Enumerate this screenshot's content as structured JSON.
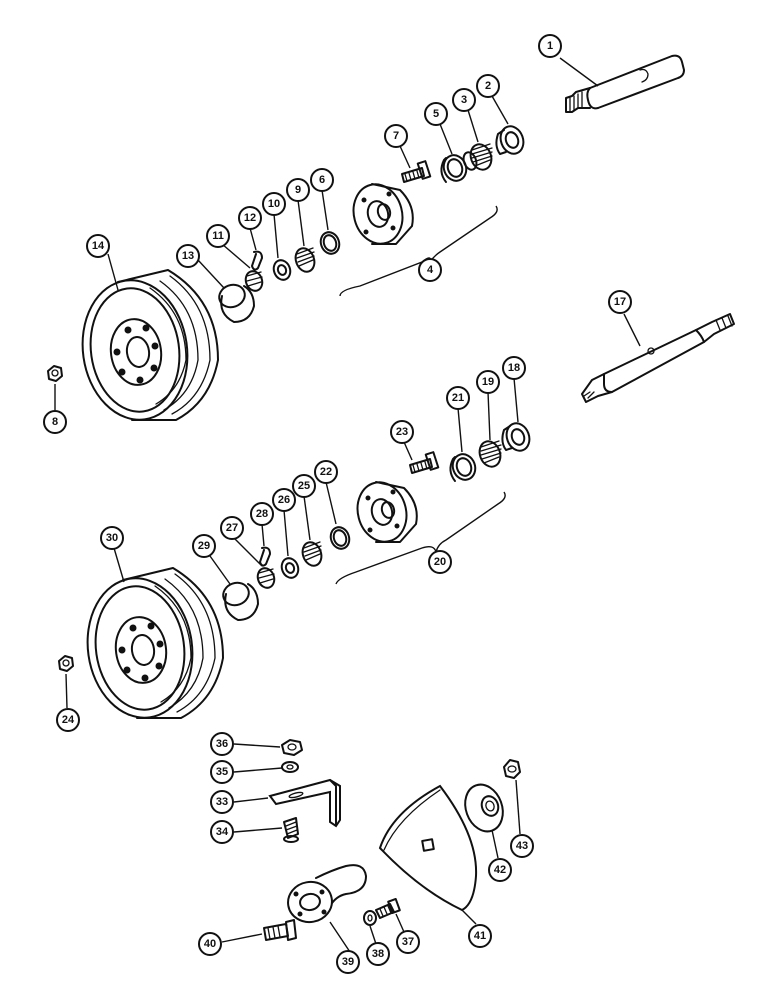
{
  "callouts": [
    {
      "id": "c1",
      "label": "1"
    },
    {
      "id": "c2",
      "label": "2"
    },
    {
      "id": "c3",
      "label": "3"
    },
    {
      "id": "c4",
      "label": "4"
    },
    {
      "id": "c5",
      "label": "5"
    },
    {
      "id": "c6",
      "label": "6"
    },
    {
      "id": "c7",
      "label": "7"
    },
    {
      "id": "c8",
      "label": "8"
    },
    {
      "id": "c9",
      "label": "9"
    },
    {
      "id": "c10",
      "label": "10"
    },
    {
      "id": "c11",
      "label": "11"
    },
    {
      "id": "c12",
      "label": "12"
    },
    {
      "id": "c13",
      "label": "13"
    },
    {
      "id": "c14",
      "label": "14"
    },
    {
      "id": "c17",
      "label": "17"
    },
    {
      "id": "c18",
      "label": "18"
    },
    {
      "id": "c19",
      "label": "19"
    },
    {
      "id": "c20",
      "label": "20"
    },
    {
      "id": "c21",
      "label": "21"
    },
    {
      "id": "c22",
      "label": "22"
    },
    {
      "id": "c23",
      "label": "23"
    },
    {
      "id": "c24",
      "label": "24"
    },
    {
      "id": "c25",
      "label": "25"
    },
    {
      "id": "c26",
      "label": "26"
    },
    {
      "id": "c27",
      "label": "27"
    },
    {
      "id": "c28",
      "label": "28"
    },
    {
      "id": "c29",
      "label": "29"
    },
    {
      "id": "c30",
      "label": "30"
    },
    {
      "id": "c33",
      "label": "33"
    },
    {
      "id": "c34",
      "label": "34"
    },
    {
      "id": "c35",
      "label": "35"
    },
    {
      "id": "c36",
      "label": "36"
    },
    {
      "id": "c37",
      "label": "37"
    },
    {
      "id": "c38",
      "label": "38"
    },
    {
      "id": "c39",
      "label": "39"
    },
    {
      "id": "c40",
      "label": "40"
    },
    {
      "id": "c41",
      "label": "41"
    },
    {
      "id": "c42",
      "label": "42"
    },
    {
      "id": "c43",
      "label": "43"
    }
  ]
}
